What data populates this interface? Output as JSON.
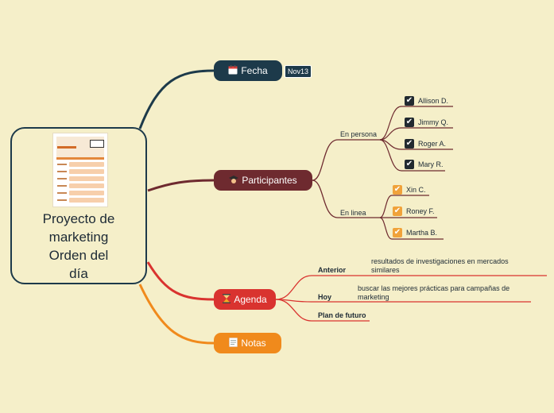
{
  "central": {
    "title": "Proyecto de\nmarketing\nOrden del\ndía"
  },
  "topics": {
    "fecha": {
      "label": "Fecha",
      "icon": "calendar-icon",
      "color": "#1d3a4a",
      "tag": "Nov13"
    },
    "participantes": {
      "label": "Participantes",
      "icon": "student-icon",
      "color": "#6e2a2f"
    },
    "agenda": {
      "label": "Agenda",
      "icon": "hourglass-icon",
      "color": "#d9332f"
    },
    "notas": {
      "label": "Notas",
      "icon": "note-icon",
      "color": "#f08a1c"
    }
  },
  "participantes": {
    "en_persona": {
      "label": "En persona",
      "people": [
        "Allison D.",
        "Jimmy Q.",
        "Roger A.",
        "Mary R."
      ],
      "check_color": "#222a30"
    },
    "en_linea": {
      "label": "En linea",
      "people": [
        "Xin C.",
        "Roney F.",
        "Martha B."
      ],
      "check_color": "#f0a23a"
    }
  },
  "agenda": {
    "items": [
      {
        "label": "Anterior",
        "detail": "resultados de investigaciones en mercados similares"
      },
      {
        "label": "Hoy",
        "detail": "buscar las mejores prácticas para campañas de marketing"
      },
      {
        "label": "Plan de futuro",
        "detail": ""
      }
    ]
  }
}
